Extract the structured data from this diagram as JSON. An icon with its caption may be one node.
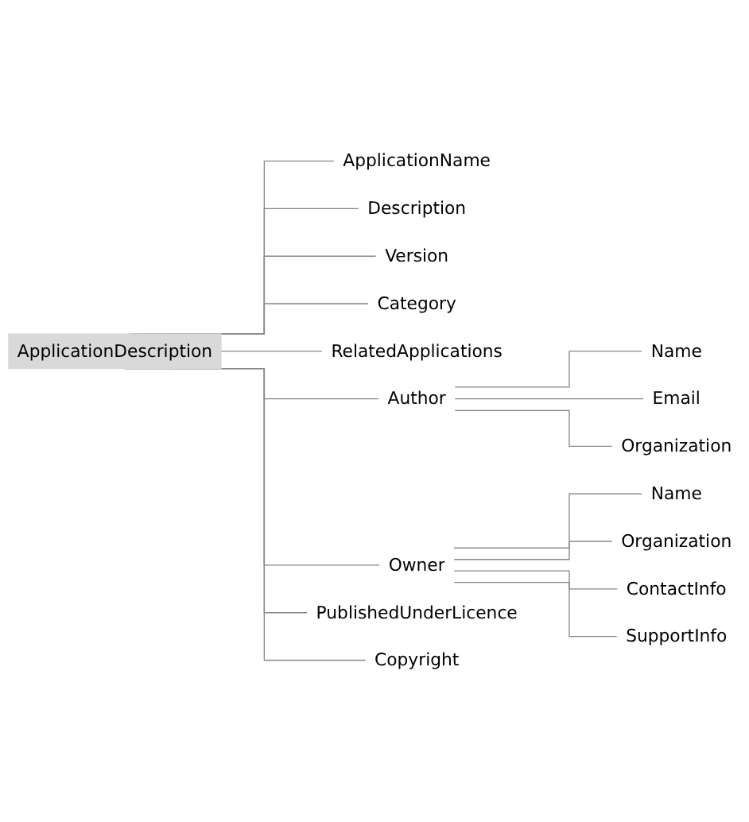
{
  "diagram": {
    "nodes": [
      {
        "text": [
          "ApplicationDescription"
        ]
      },
      {
        "text": [
          "ApplicationName"
        ]
      },
      {
        "text": [
          "Description"
        ]
      },
      {
        "text": [
          "Version"
        ]
      },
      {
        "text": [
          "Category"
        ]
      },
      {
        "text": [
          "RelatedApplications"
        ]
      },
      {
        "text": [
          "Author"
        ]
      },
      {
        "text": [
          "Name"
        ]
      },
      {
        "text": [
          "Email"
        ]
      },
      {
        "text": [
          "Organization"
        ]
      },
      {
        "text": [
          "Owner"
        ]
      },
      {
        "text": [
          "Name"
        ]
      },
      {
        "text": [
          "Organization"
        ]
      },
      {
        "text": [
          "ContactInfo"
        ]
      },
      {
        "text": [
          "SupportInfo"
        ]
      },
      {
        "text": [
          "PublishedUnderLicence"
        ]
      },
      {
        "text": [
          "Copyright"
        ]
      }
    ],
    "edges": [
      {
        "from": 0,
        "to": 1,
        "arrow": "none"
      },
      {
        "from": 0,
        "to": 2,
        "arrow": "none"
      },
      {
        "from": 0,
        "to": 3,
        "arrow": "none"
      },
      {
        "from": 0,
        "to": 4,
        "arrow": "none"
      },
      {
        "from": 0,
        "to": 5,
        "arrow": "none"
      },
      {
        "from": 0,
        "to": 6,
        "arrow": "none"
      },
      {
        "from": 6,
        "to": 7,
        "arrow": "none"
      },
      {
        "from": 6,
        "to": 8,
        "arrow": "none"
      },
      {
        "from": 6,
        "to": 9,
        "arrow": "none"
      },
      {
        "from": 0,
        "to": 10,
        "arrow": "none"
      },
      {
        "from": 10,
        "to": 11,
        "arrow": "none"
      },
      {
        "from": 10,
        "to": 12,
        "arrow": "none"
      },
      {
        "from": 10,
        "to": 13,
        "arrow": "none"
      },
      {
        "from": 10,
        "to": 14,
        "arrow": "none"
      },
      {
        "from": 0,
        "to": 15,
        "arrow": "none"
      },
      {
        "from": 0,
        "to": 16,
        "arrow": "none"
      }
    ]
  }
}
